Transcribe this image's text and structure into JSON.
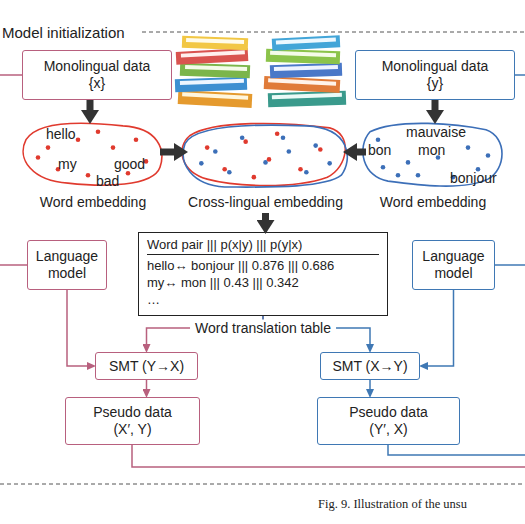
{
  "diagram": {
    "title": "Model initialization",
    "caption": "Fig. 9. Illustration of the unsu",
    "nodes": [
      {
        "text": [
          "Monolingual data",
          "{x}"
        ]
      },
      {
        "text": [
          "Monolingual data",
          "{y}"
        ]
      },
      {
        "text": [
          "hello",
          "my",
          "good",
          "bad",
          "Word embedding"
        ]
      },
      {
        "text": [
          "Cross-lingual embedding"
        ]
      },
      {
        "text": [
          "mauvaise",
          "bon",
          "mon",
          "bonjour",
          "Word embedding"
        ]
      },
      {
        "text": [
          "Language model"
        ]
      },
      {
        "text": [
          "Word pair ||| p(x|y) ||| p(y|x)",
          "hello↔ bonjour ||| 0.876 ||| 0.686",
          "my↔ mon ||| 0.43 ||| 0.342",
          "…"
        ]
      },
      {
        "text": [
          "Language model"
        ]
      },
      {
        "text": [
          "SMT (Y→X)"
        ]
      },
      {
        "text": [
          "SMT (X→Y)"
        ]
      },
      {
        "text": [
          "Pseudo data",
          "(X′, Y)"
        ]
      },
      {
        "text": [
          "Pseudo data",
          "(Y′, X)"
        ]
      }
    ],
    "edges": [
      {
        "from": 0,
        "to": 2,
        "arrow": "to"
      },
      {
        "from": 1,
        "to": 4,
        "arrow": "to"
      },
      {
        "from": 2,
        "to": 3,
        "arrow": "to"
      },
      {
        "from": 4,
        "to": 3,
        "arrow": "to"
      },
      {
        "from": 3,
        "to": 6,
        "arrow": "to"
      },
      {
        "from": 5,
        "to": 8,
        "arrow": "to"
      },
      {
        "from": 7,
        "to": 9,
        "arrow": "to"
      },
      {
        "from": 6,
        "to": 8,
        "label": "Word translation table",
        "arrow": "to"
      },
      {
        "from": 6,
        "to": 9,
        "arrow": "to"
      },
      {
        "from": 8,
        "to": 10,
        "arrow": "to"
      },
      {
        "from": 9,
        "to": 11,
        "arrow": "to"
      }
    ]
  }
}
